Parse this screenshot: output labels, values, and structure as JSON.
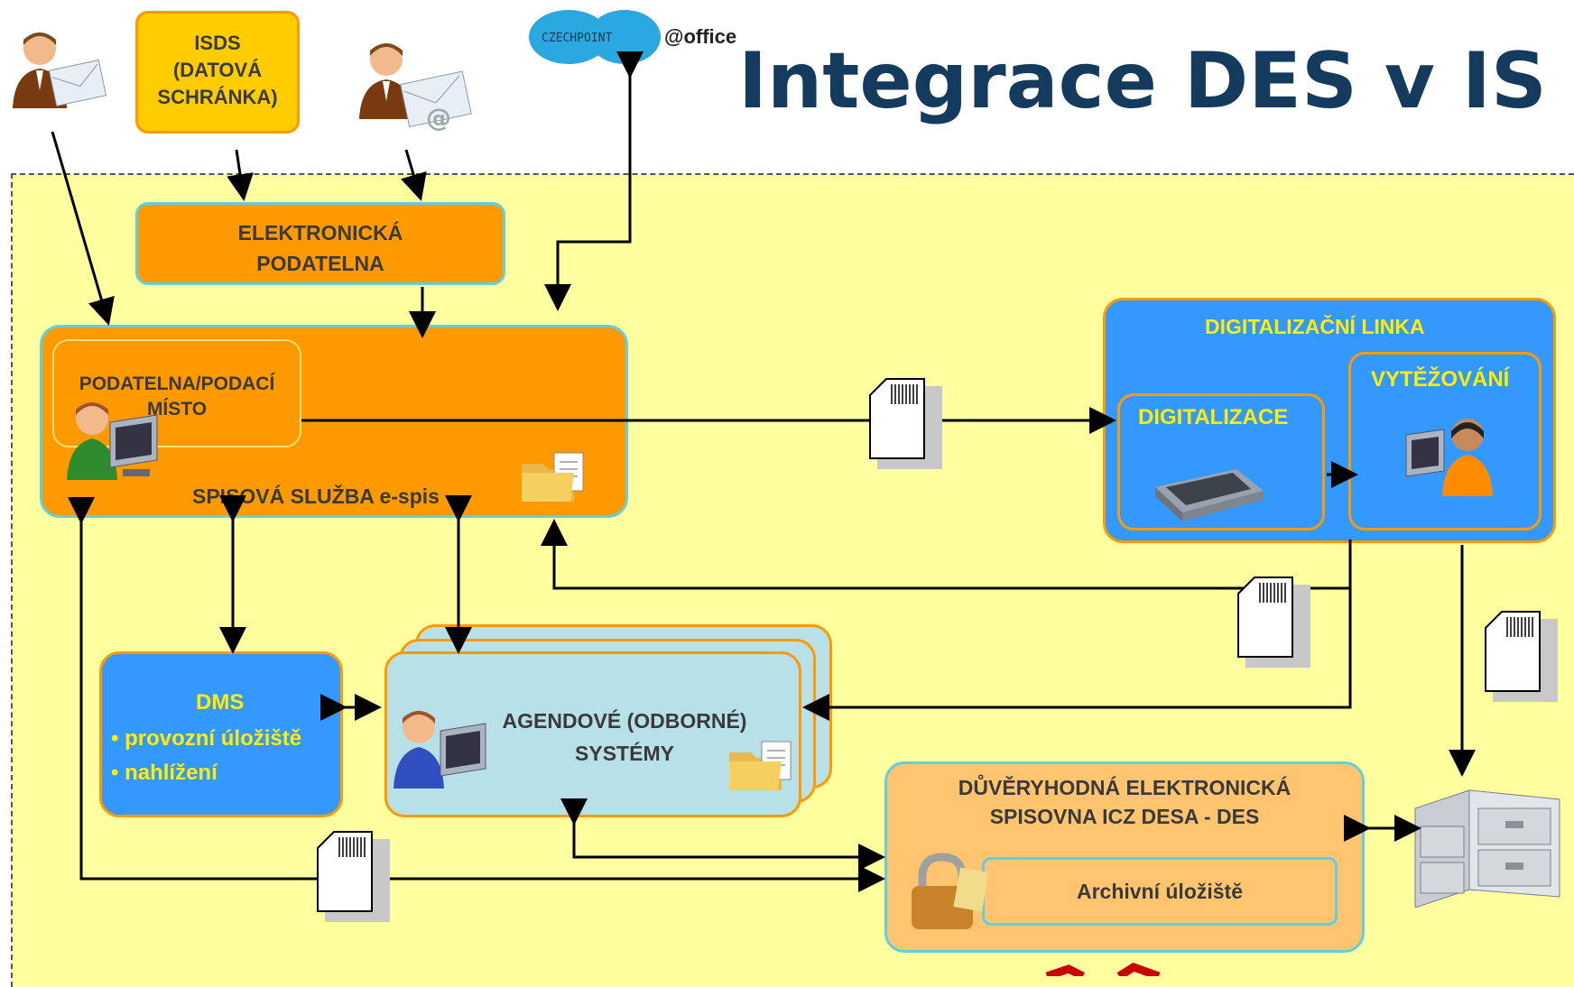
{
  "title": "Integrace DES v IS",
  "czechpoint": {
    "logo_text": "CZECHPOINT",
    "office_label": "@office"
  },
  "isds": {
    "line1": "ISDS",
    "line2": "(DATOVÁ",
    "line3": "SCHRÁNKA)"
  },
  "podatelna": {
    "line1": "ELEKTRONICKÁ",
    "line2": "PODATELNA"
  },
  "spisova": {
    "label": "SPISOVÁ SLUŽBA e-spis",
    "inner_line1": "PODATELNA/PODACÍ",
    "inner_line2": "MÍSTO"
  },
  "digitalizacni": {
    "title": "DIGITALIZAČNÍ LINKA",
    "digitalizace": "DIGITALIZACE",
    "vytezovani": "VYTĚŽOVÁNÍ"
  },
  "dms": {
    "title": "DMS",
    "item1": "• provozní úložiště",
    "item2": "• nahlížení"
  },
  "agendove": {
    "line1": "AGENDOVÉ (ODBORNÉ)",
    "line2": "SYSTÉMY"
  },
  "spisovna": {
    "line1": "DŮVĚRYHODNÁ ELEKTRONICKÁ",
    "line2": "SPISOVNA  ICZ DESA - DES",
    "archiv": "Archivní úložiště"
  },
  "colors": {
    "title": "#143a5e",
    "orange_box": "#ff9900",
    "blue_box": "#3399ff",
    "yellow_area": "#ffffa0",
    "arrow_red": "#cc0000"
  }
}
